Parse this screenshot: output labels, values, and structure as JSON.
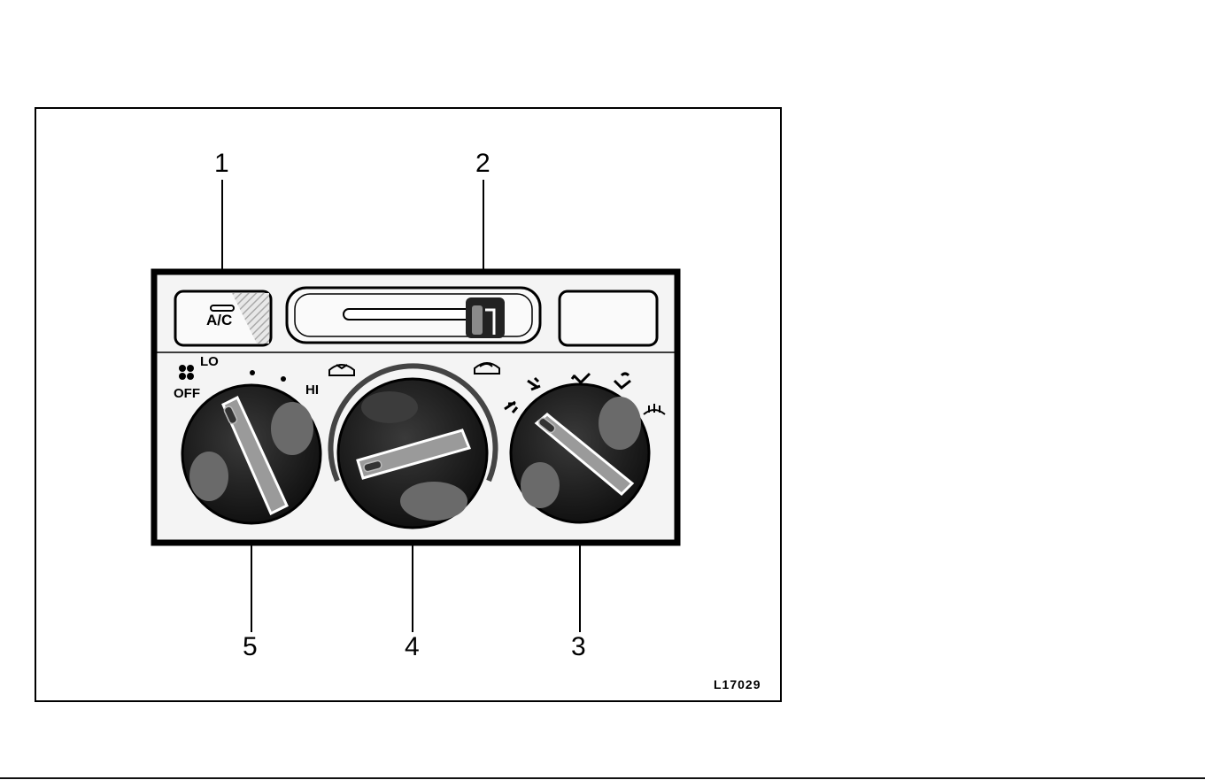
{
  "figure": {
    "code": "L17029",
    "callouts": [
      "1",
      "2",
      "3",
      "4",
      "5"
    ]
  },
  "panel": {
    "ac_button_label": "A/C",
    "fan_labels": {
      "off": "OFF",
      "lo": "LO",
      "hi": "HI"
    }
  },
  "colors": {
    "ink": "#000000",
    "panel_face": "#f4f4f4",
    "knob_dark": "#1c1c1c",
    "knob_grip": "#5a5a5a",
    "hatch": "#bdbdbd"
  },
  "icons": {
    "fan": "fan-icon",
    "fresh_air": "fresh-air-icon",
    "recirculation": "recirculation-icon",
    "vent_face": "face-vent-icon",
    "vent_bilevel": "bilevel-vent-icon",
    "vent_feet": "feet-vent-icon",
    "vent_feet_defrost": "feet-defrost-icon",
    "defrost": "defroster-icon"
  }
}
